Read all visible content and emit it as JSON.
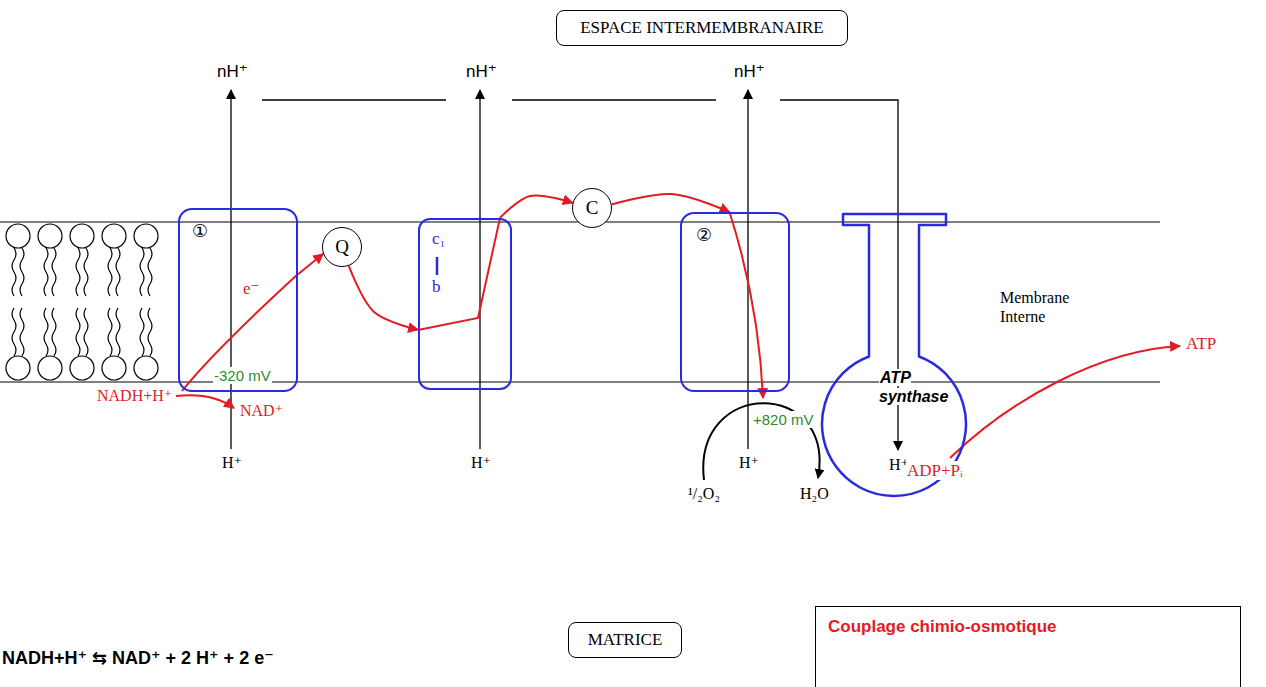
{
  "diagram": {
    "nodes": [
      {
        "text": [
          "ESPACE INTERMEMBRANAIRE"
        ]
      },
      {
        "text": [
          "①"
        ]
      },
      {
        "text": [
          "Q"
        ]
      },
      {
        "text": [
          "c₁",
          "b"
        ]
      },
      {
        "text": [
          "C"
        ]
      },
      {
        "text": [
          "②"
        ]
      },
      {
        "text": [
          "ATP synthase"
        ]
      },
      {
        "text": [
          "MATRICE"
        ]
      },
      {
        "text": [
          "Couplage chimio-osmotique"
        ]
      }
    ],
    "edges": [
      {
        "from": 1,
        "to": 2,
        "arrow": "to"
      },
      {
        "from": 2,
        "to": 3,
        "arrow": "to"
      },
      {
        "from": 3,
        "to": 4,
        "arrow": "to"
      },
      {
        "from": 4,
        "to": 5,
        "arrow": "to"
      }
    ],
    "labels": [
      "nH⁺",
      "nH⁺",
      "nH⁺",
      "H⁺",
      "H⁺",
      "H⁺",
      "H⁺",
      "e⁻",
      "NADH+H⁺",
      "-320 mV",
      "NAD⁺",
      "+820 mV",
      "¹/₂O₂",
      "H₂O",
      "ATP",
      "ADP+Pᵢ",
      "Membrane Interne",
      "NADH+H⁺ ⇆ NAD⁺ + 2 H⁺ + 2 e⁻"
    ]
  }
}
